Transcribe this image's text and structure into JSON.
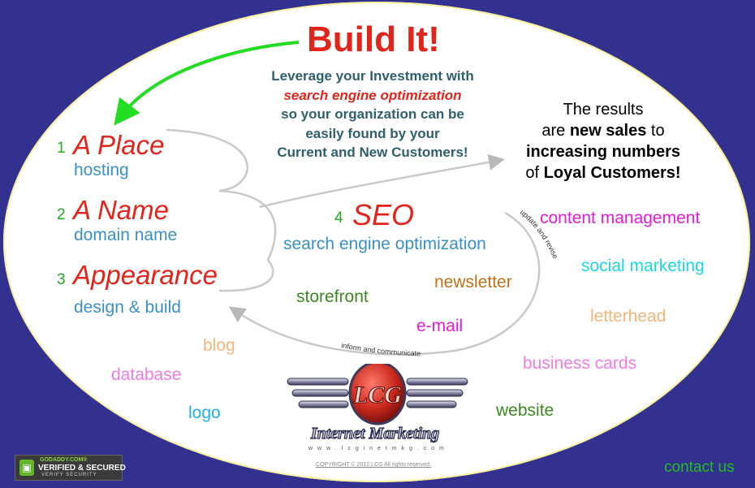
{
  "title": "Build It!",
  "leverage": {
    "line1": "Leverage your Investment with",
    "highlight": "search engine optimization",
    "line3": "so your organization can be",
    "line4": "easily found by your",
    "line5": "Current and New Customers!"
  },
  "results": {
    "line1": "The results",
    "line2_pre": "are ",
    "line2_bold": "new sales",
    "line2_post": " to",
    "line3": "increasing numbers",
    "line4_pre": "of ",
    "line4_bold": "Loyal Customers!"
  },
  "steps": [
    {
      "num": "1",
      "heading": "A Place",
      "sub": "hosting"
    },
    {
      "num": "2",
      "heading": "A Name",
      "sub": "domain name"
    },
    {
      "num": "3",
      "heading": "Appearance",
      "sub": "design & build"
    }
  ],
  "seo": {
    "num": "4",
    "heading": "SEO",
    "sub": "search engine optimization"
  },
  "cycle_labels": {
    "update": "update and revise",
    "inform": "inform and communicate"
  },
  "services": [
    {
      "label": "content management",
      "color": "#e81ad6"
    },
    {
      "label": "social marketing",
      "color": "#1ad6e8"
    },
    {
      "label": "letterhead",
      "color": "#f3b57a"
    },
    {
      "label": "business cards",
      "color": "#f07ce0"
    },
    {
      "label": "website",
      "color": "#3b8a1f"
    },
    {
      "label": "storefront",
      "color": "#3b8a1f"
    },
    {
      "label": "newsletter",
      "color": "#c07018"
    },
    {
      "label": "e-mail",
      "color": "#e81ad6"
    },
    {
      "label": "blog",
      "color": "#f3b57a"
    },
    {
      "label": "database",
      "color": "#f07ce0"
    },
    {
      "label": "logo",
      "color": "#1ab0e8"
    }
  ],
  "logo": {
    "mark": "LCG",
    "wordmark": "Internet Marketing",
    "url": "w w w . l c g i n e t m k g . c o m"
  },
  "copyright": "COPYRIGHT © 2012 LCG All rights reserved.",
  "seal": {
    "brand": "GODADDY.COM®",
    "main": "VERIFIED & SECURED",
    "sub": "VERIFY SECURITY"
  },
  "contact": "contact us",
  "colors": {
    "background": "#33318f",
    "accent_red": "#e1251b",
    "arrow_green": "#22cc22"
  }
}
